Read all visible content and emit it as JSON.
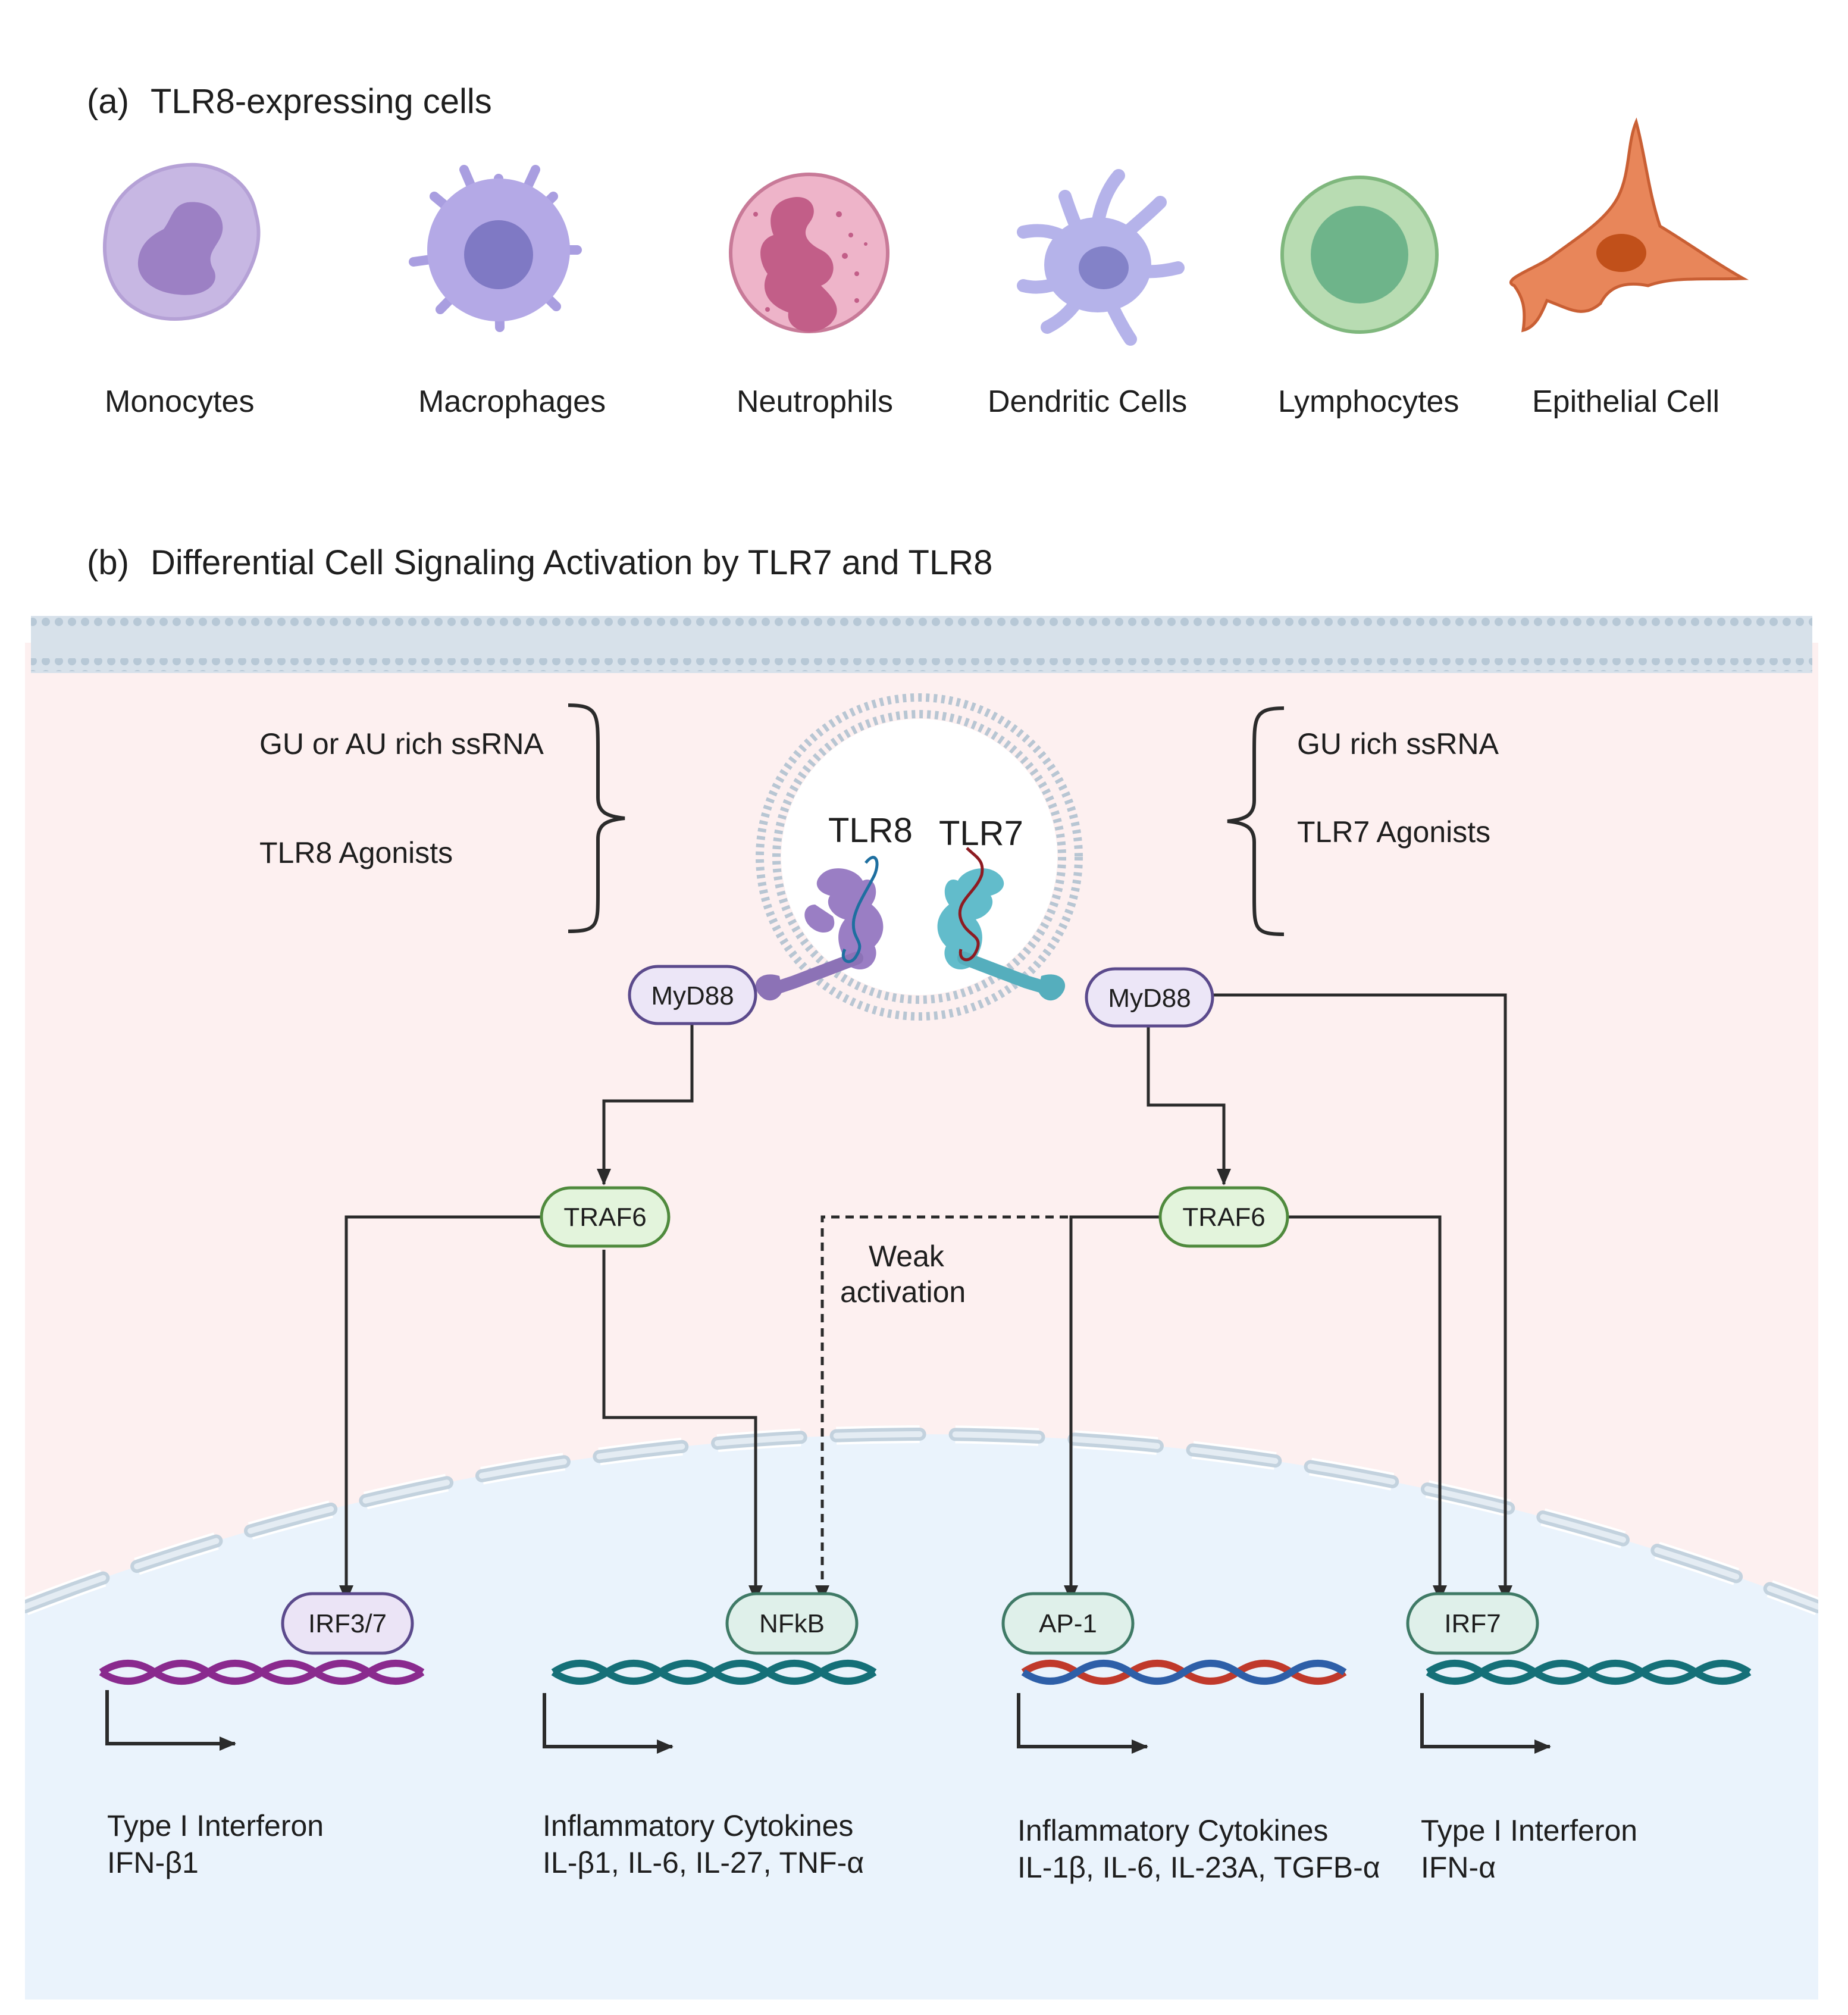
{
  "section_a": {
    "tag": "(a)",
    "title": "TLR8-expressing cells",
    "cells": [
      {
        "label": "Monocytes",
        "icon": "monocyte-cell-icon"
      },
      {
        "label": "Macrophages",
        "icon": "macrophage-cell-icon"
      },
      {
        "label": "Neutrophils",
        "icon": "neutrophil-cell-icon"
      },
      {
        "label": "Dendritic Cells",
        "icon": "dendritic-cell-icon"
      },
      {
        "label": "Lymphocytes",
        "icon": "lymphocyte-cell-icon"
      },
      {
        "label": "Epithelial Cell",
        "icon": "epithelial-cell-icon"
      }
    ]
  },
  "section_b": {
    "tag": "(b)",
    "title": "Differential Cell Signaling Activation by TLR7 and TLR8",
    "left_ligands": [
      "GU or AU  rich ssRNA",
      "TLR8 Agonists"
    ],
    "right_ligands": [
      "GU rich  ssRNA",
      "TLR7 Agonists"
    ],
    "receptors": {
      "left": "TLR8",
      "right": "TLR7"
    },
    "adaptors": {
      "left": "MyD88",
      "right": "MyD88"
    },
    "kinases": {
      "left": "TRAF6",
      "right": "TRAF6"
    },
    "weak_note": [
      "Weak",
      "activation"
    ],
    "transcription_factors": [
      "IRF3/7",
      "NFkB",
      "AP-1",
      "IRF7"
    ],
    "outputs": [
      {
        "line1": "Type I Interferon",
        "line2": "IFN-β1"
      },
      {
        "line1": "Inflammatory Cytokines",
        "line2": "IL-β1, IL-6, IL-27, TNF-α"
      },
      {
        "line1": "Inflammatory Cytokines",
        "line2": "IL-1β, IL-6, IL-23A, TGFB-α"
      },
      {
        "line1": "Type I Interferon",
        "line2": "IFN-α"
      }
    ]
  },
  "colors": {
    "cytoplasm": "#fdf0f0",
    "nucleus": "#eaf3fc",
    "membrane": "#a9bccb",
    "myd88_fill": "#ece6f7",
    "myd88_stroke": "#5b4a8c",
    "traf6_fill": "#e3f4dc",
    "traf6_stroke": "#4f8a3d",
    "tf_fill": "#dff0ea",
    "tf_stroke": "#3f7a66",
    "irf37_fill": "#ebe4f6",
    "dna_purple": "#8a2a8e",
    "dna_teal": "#157078",
    "dna_red": "#c0392b",
    "dna_blue": "#2e5fa8"
  }
}
